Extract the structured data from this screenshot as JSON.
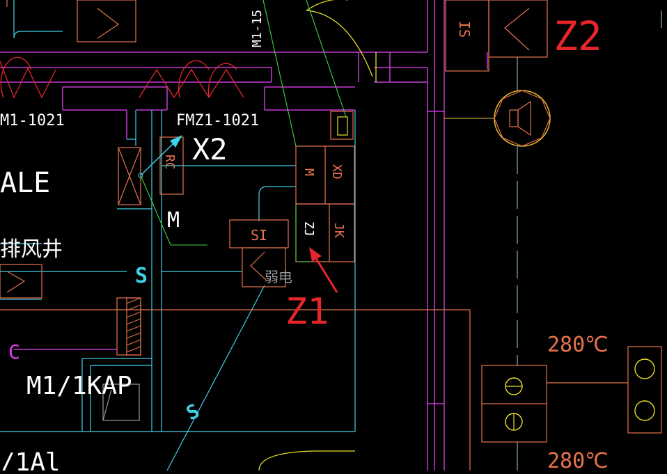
{
  "drawing": {
    "colors": {
      "background": "#000000",
      "magenta": "#c63bd6",
      "cyan": "#3fd2e8",
      "orange": "#e8734d",
      "red": "#e8252b",
      "yellow": "#e8e02a",
      "green": "#3fd93f",
      "white": "#ffffff",
      "grey": "#9a9a9a"
    },
    "labels": {
      "top_rotated": "M1-15",
      "door_left": "M1-1021",
      "door_right": "FMZ1-1021",
      "x2": "X2",
      "z2": "Z2",
      "z1": "Z1",
      "ale": "ALE",
      "exhaust_shaft": "排风井",
      "m_tag": "M",
      "s_upper": "S",
      "s_lower": "S",
      "c_mark": "C",
      "door_kap": "M1/1KAP",
      "door_bottom": "/1Al",
      "weak_current": "弱电",
      "temp_upper": "280℃",
      "temp_lower": "280℃"
    },
    "equipment": {
      "is_box": "IS",
      "si_box": "SI",
      "rc_box": "RC",
      "m_box": "M",
      "xd_box": "XD",
      "zj_box": "ZJ",
      "jk_box": "JK"
    }
  }
}
